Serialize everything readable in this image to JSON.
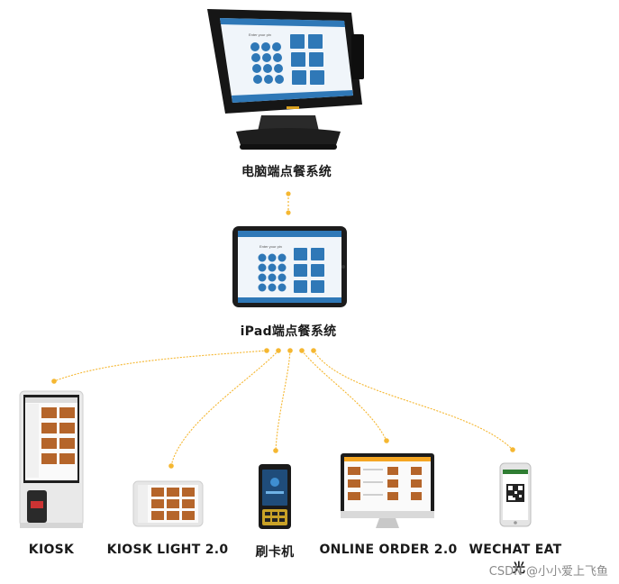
{
  "nodes": {
    "pc": {
      "label": "电脑端点餐系统"
    },
    "ipad": {
      "label": "iPad端点餐系统"
    },
    "kiosk": {
      "label": "KIOSK"
    },
    "kiosk_light": {
      "label": "KIOSK LIGHT 2.0"
    },
    "card_reader": {
      "label": "刷卡机"
    },
    "online_order": {
      "label": "ONLINE ORDER 2.0"
    },
    "wechat": {
      "label": "WECHAT EAT",
      "label_overflow": "光"
    }
  },
  "screen": {
    "prompt": "Enter your pin"
  },
  "watermark": "CSDN @小小爱上飞鱼",
  "colors": {
    "connector": "#f5b731",
    "screen_blue": "#2f78b7",
    "device_dark": "#1c1c1c"
  }
}
